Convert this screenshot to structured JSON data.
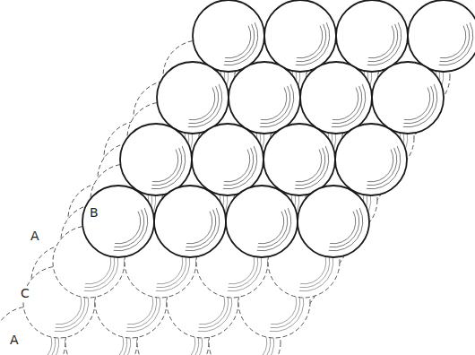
{
  "diagram": {
    "labels": [
      "B",
      "A",
      "C",
      "A"
    ]
  }
}
